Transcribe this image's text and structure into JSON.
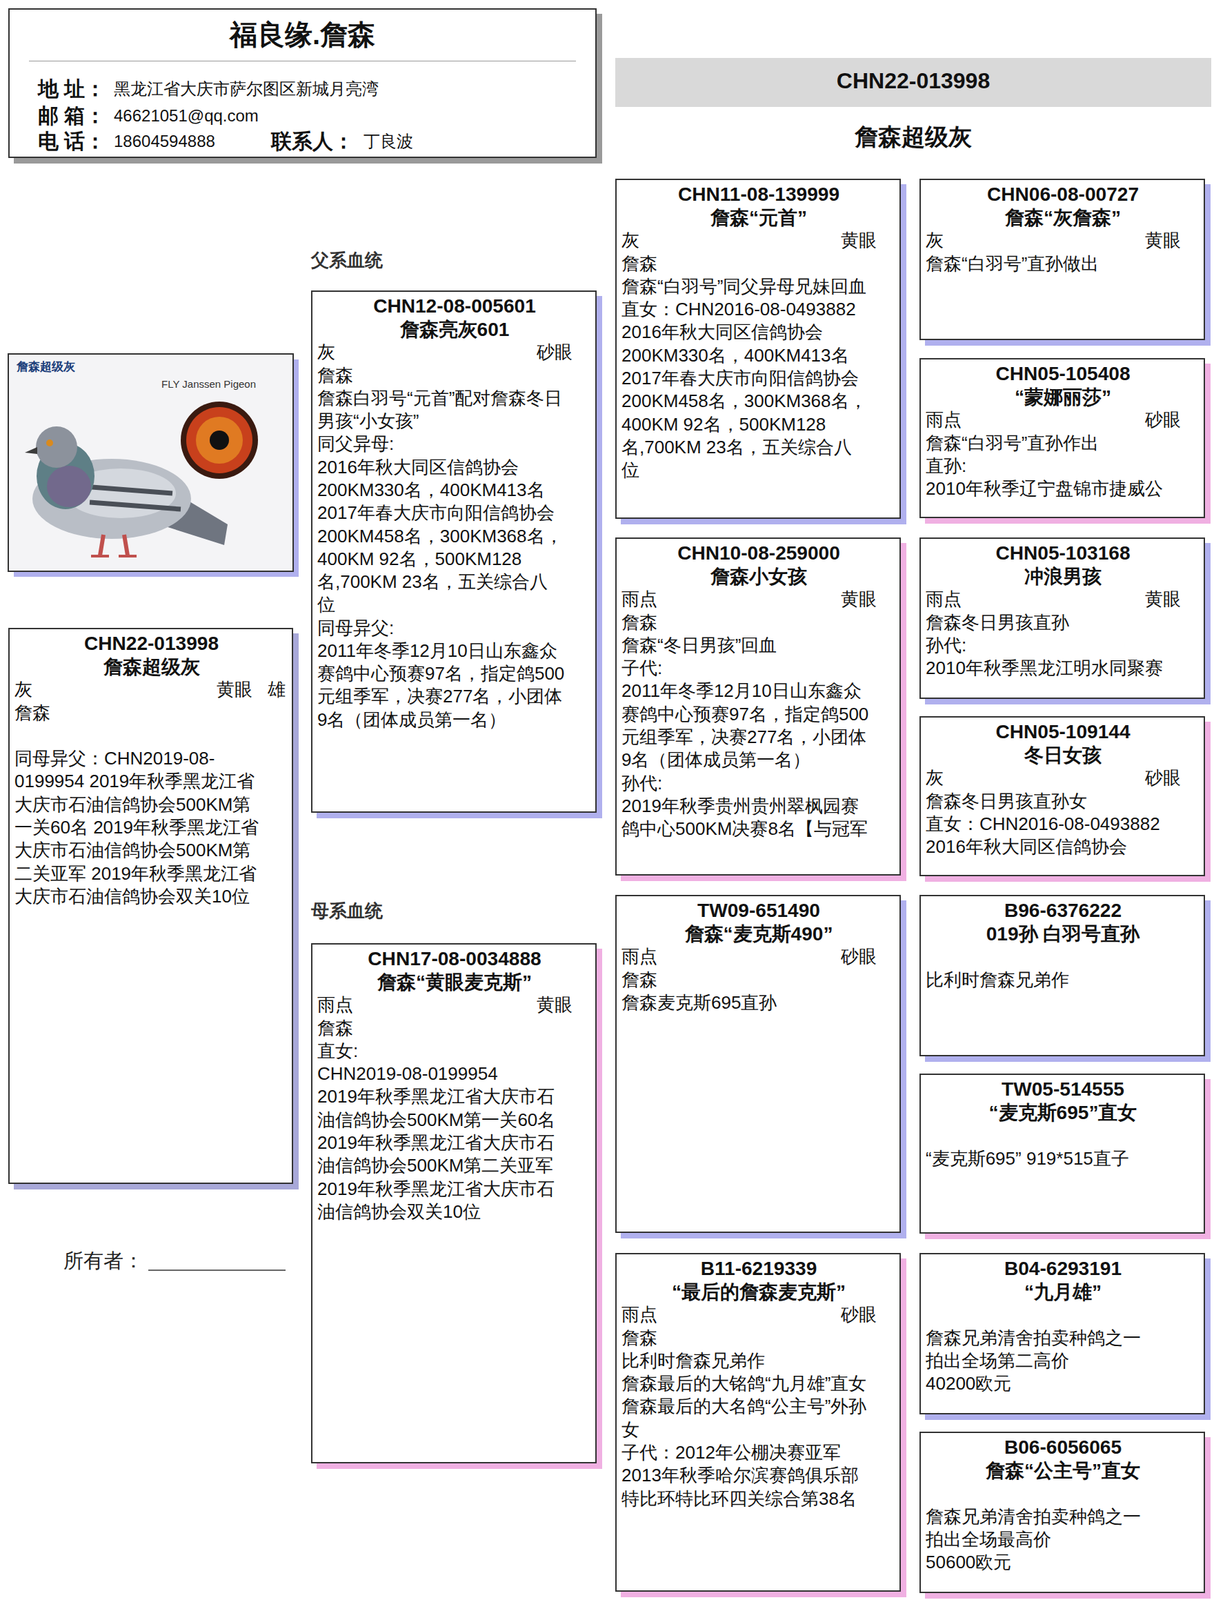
{
  "diagram": {
    "nodes": [
      {
        "text": [
          "福良缘.詹森",
          "地 址：",
          "黑龙江省大庆市萨尔图区新城月亮湾",
          "邮 箱：",
          "46621051@qq.com",
          "电 话：",
          "18604594888",
          "联系人：",
          "丁良波"
        ]
      },
      {
        "text": [
          "CHN22-013998",
          "詹森超级灰"
        ]
      },
      {
        "text": [
          "CHN22-013998",
          "詹森超级灰",
          "灰",
          "黄眼",
          "雄",
          "詹森",
          "同母异父：CHN2019-08-",
          "0199954 2019年秋季黑龙江省",
          "大庆市石油信鸽协会500KM第",
          "一关60名 2019年秋季黑龙江省",
          "大庆市石油信鸽协会500KM第",
          "二关亚军 2019年秋季黑龙江省",
          "大庆市石油信鸽协会双关10位"
        ]
      },
      {
        "text": [
          "CHN12-08-005601",
          "詹森亮灰601",
          "灰",
          "砂眼",
          "詹森",
          "詹森白羽号“元首”配对詹森冬日",
          "男孩“小女孩”",
          "同父异母:",
          "2016年秋大同区信鸽协会",
          "200KM330名，400KM413名",
          "2017年春大庆市向阳信鸽协会",
          "200KM458名，300KM368名，",
          "400KM 92名，500KM128",
          "名,700KM 23名，五关综合八",
          "位",
          "同母异父:",
          "2011年冬季12月10日山东鑫众",
          "赛鸽中心预赛97名，指定鸽500",
          "元组季军，决赛277名，小团体",
          "9名（团体成员第一名）"
        ]
      },
      {
        "text": [
          "CHN17-08-0034888",
          "詹森“黄眼麦克斯”",
          "雨点",
          "黄眼",
          "詹森",
          "直女:",
          "CHN2019-08-0199954",
          "2019年秋季黑龙江省大庆市石",
          "油信鸽协会500KM第一关60名",
          "2019年秋季黑龙江省大庆市石",
          "油信鸽协会500KM第二关亚军",
          "2019年秋季黑龙江省大庆市石",
          "油信鸽协会双关10位"
        ]
      },
      {
        "text": [
          "CHN11-08-139999",
          "詹森“元首”",
          "灰",
          "黄眼",
          "詹森",
          "詹森“白羽号”同父异母兄妹回血",
          "直女：CHN2016-08-0493882",
          "2016年秋大同区信鸽协会",
          "200KM330名，400KM413名",
          "2017年春大庆市向阳信鸽协会",
          "200KM458名，300KM368名，",
          "400KM 92名，500KM128",
          "名,700KM 23名，五关综合八",
          "位"
        ]
      },
      {
        "text": [
          "CHN10-08-259000",
          "詹森小女孩",
          "雨点",
          "黄眼",
          "詹森",
          "詹森“冬日男孩”回血",
          "子代:",
          "2011年冬季12月10日山东鑫众",
          "赛鸽中心预赛97名，指定鸽500",
          "元组季军，决赛277名，小团体",
          "9名（团体成员第一名）",
          "孙代:",
          "2019年秋季贵州贵州翠枫园赛",
          "鸽中心500KM决赛8名【与冠军"
        ]
      },
      {
        "text": [
          "TW09-651490",
          "詹森“麦克斯490”",
          "雨点",
          "砂眼",
          "詹森",
          "詹森麦克斯695直孙"
        ]
      },
      {
        "text": [
          "B11-6219339",
          "“最后的詹森麦克斯”",
          "雨点",
          "砂眼",
          "詹森",
          "比利时詹森兄弟作",
          "詹森最后的大铭鸽“九月雄”直女",
          "詹森最后的大名鸽“公主号”外孙",
          "女",
          "子代：2012年公棚决赛亚军",
          "2013年秋季哈尔滨赛鸽俱乐部",
          "特比环特比环四关综合第38名"
        ]
      },
      {
        "text": [
          "CHN06-08-00727",
          "詹森“灰詹森”",
          "灰",
          "黄眼",
          "詹森“白羽号”直孙做出"
        ]
      },
      {
        "text": [
          "CHN05-105408",
          "“蒙娜丽莎”",
          "雨点",
          "砂眼",
          "詹森“白羽号”直孙作出",
          "直孙:",
          "2010年秋季辽宁盘锦市捷威公"
        ]
      },
      {
        "text": [
          "CHN05-103168",
          "冲浪男孩",
          "雨点",
          "黄眼",
          "詹森冬日男孩直孙",
          "孙代:",
          "2010年秋季黑龙江明水同聚赛"
        ]
      },
      {
        "text": [
          "CHN05-109144",
          "冬日女孩",
          "灰",
          "砂眼",
          "詹森冬日男孩直孙女",
          "直女：CHN2016-08-0493882",
          "2016年秋大同区信鸽协会"
        ]
      },
      {
        "text": [
          "B96-6376222",
          "019孙 白羽号直孙",
          "比利时詹森兄弟作"
        ]
      },
      {
        "text": [
          "TW05-514555",
          "“麦克斯695”直女",
          "“麦克斯695” 919*515直子"
        ]
      },
      {
        "text": [
          "B04-6293191",
          "“九月雄”",
          "詹森兄弟清舍拍卖种鸽之一",
          "拍出全场第二高价",
          "40200欧元"
        ]
      },
      {
        "text": [
          "B06-6056065",
          "詹森“公主号”直女",
          "詹森兄弟清舍拍卖种鸽之一",
          "拍出全场最高价",
          "50600欧元"
        ]
      }
    ],
    "labels": [
      "父系血统",
      "母系血统",
      "所有者：",
      "詹森超级灰",
      "FLY Janssen Pigeon"
    ]
  }
}
